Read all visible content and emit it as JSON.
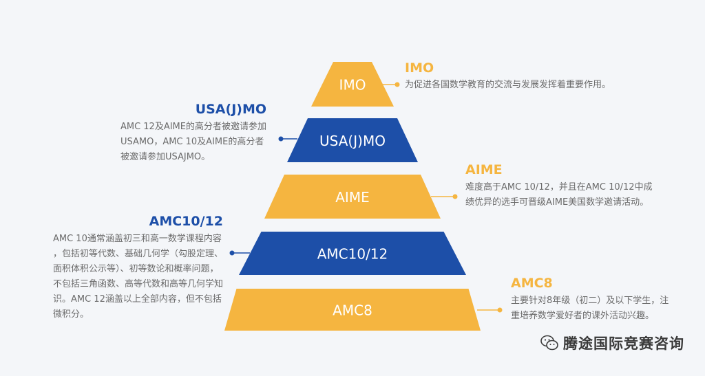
{
  "colors": {
    "orange": "#f5b540",
    "blue": "#1d4fa8",
    "background": "#f4f6f9"
  },
  "tiers": [
    {
      "label": "IMO",
      "color": "orange"
    },
    {
      "label": "USA(J)MO",
      "color": "blue"
    },
    {
      "label": "AIME",
      "color": "orange"
    },
    {
      "label": "AMC10/12",
      "color": "blue"
    },
    {
      "label": "AMC8",
      "color": "orange"
    }
  ],
  "annotations": {
    "imo": {
      "title": "IMO",
      "lines": [
        "为促进各国数学教育的交流与发展发挥着重要作用。"
      ]
    },
    "usajmo": {
      "title": "USA(J)MO",
      "lines": [
        "AMC 12及AIME的高分者被邀请参加",
        "USAMO，AMC 10及AIME的高分者",
        "被邀请参加USAJMO。"
      ]
    },
    "aime": {
      "title": "AIME",
      "lines": [
        "难度高于AMC 10/12，并且在AMC 10/12中成",
        "绩优异的选手可晋级AIME美国数学邀请活动。"
      ]
    },
    "amc1012": {
      "title": "AMC10/12",
      "lines": [
        "AMC 10通常涵盖初三和高一数学课程内容",
        "，包括初等代数、基础几何学（勾股定理、",
        "面积体积公示等）、初等数论和概率问题，",
        "不包括三角函数、高等代数和高等几何学知",
        "识。AMC 12涵盖以上全部内容，但不包括",
        "微积分。"
      ]
    },
    "amc8": {
      "title": "AMC8",
      "lines": [
        "主要针对8年级（初二）及以下学生，注",
        "重培养数学爱好者的课外活动兴趣。"
      ]
    }
  },
  "watermark": {
    "text": "腾途国际竞赛咨询",
    "icon": "wechat-icon"
  }
}
